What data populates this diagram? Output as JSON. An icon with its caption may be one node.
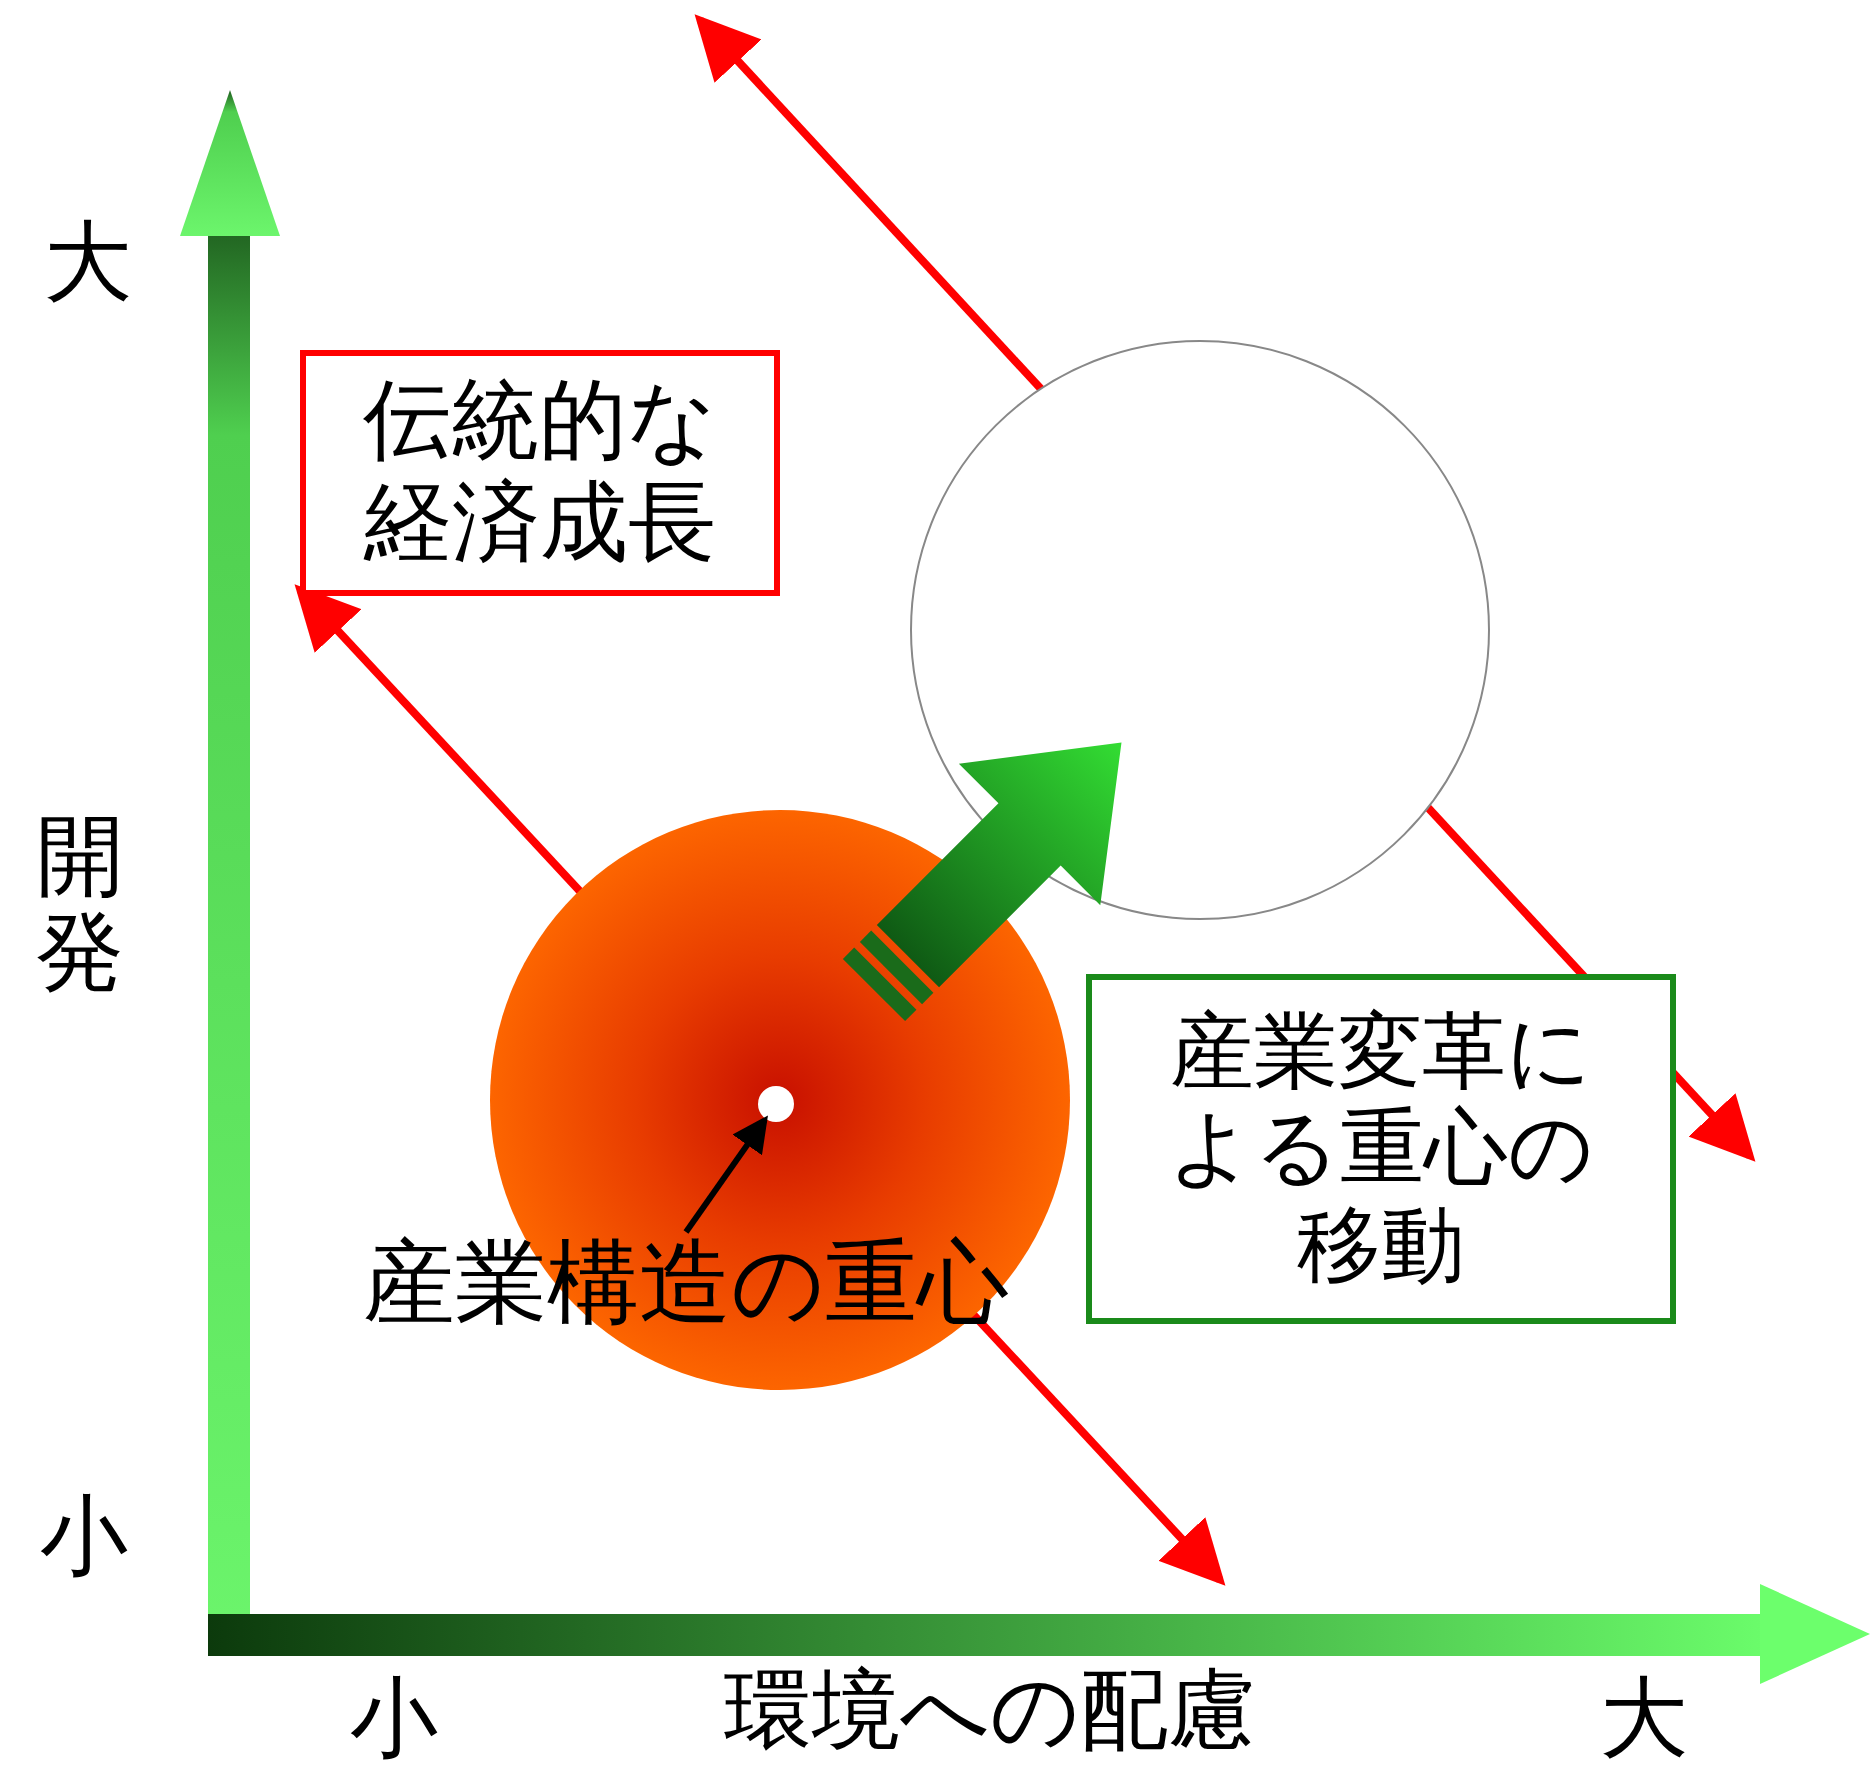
{
  "diagram": {
    "nodes": [
      {
        "text": [
          "伝統的な経済成長"
        ]
      },
      {
        "text": [],
        "shape": "circle"
      },
      {
        "text": [],
        "shape": "circle"
      },
      {
        "text": [],
        "shape": "circle",
        "in": 1
      },
      {
        "text": [
          "産業構造の重心"
        ]
      },
      {
        "text": [
          "産業変革による重心の移動"
        ]
      }
    ],
    "edges": [
      {
        "from": 4,
        "to": 3,
        "arrow": "to"
      }
    ],
    "labels": [
      "大",
      "開発",
      "小",
      "小",
      "環境への配慮",
      "大"
    ]
  }
}
